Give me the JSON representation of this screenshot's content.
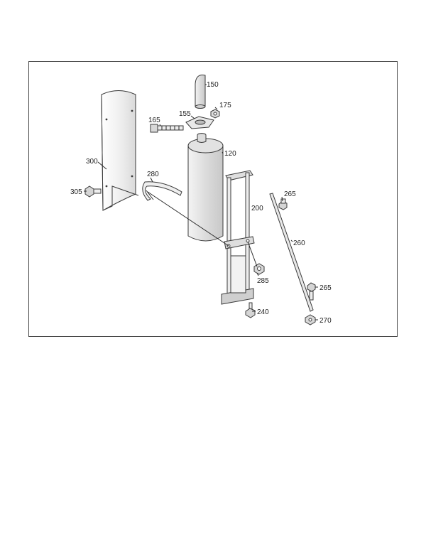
{
  "diagram": {
    "callouts": [
      {
        "id": "c150",
        "text": "150"
      },
      {
        "id": "c155",
        "text": "155"
      },
      {
        "id": "c175",
        "text": "175"
      },
      {
        "id": "c165",
        "text": "165"
      },
      {
        "id": "c120",
        "text": "120"
      },
      {
        "id": "c300",
        "text": "300"
      },
      {
        "id": "c280",
        "text": "280"
      },
      {
        "id": "c305",
        "text": "305"
      },
      {
        "id": "c200",
        "text": "200"
      },
      {
        "id": "c265a",
        "text": "265"
      },
      {
        "id": "c260",
        "text": "260"
      },
      {
        "id": "c285",
        "text": "285"
      },
      {
        "id": "c265b",
        "text": "265"
      },
      {
        "id": "c240",
        "text": "240"
      },
      {
        "id": "c270",
        "text": "270"
      }
    ],
    "colors": {
      "line": "#2a2a2a",
      "shade": "#e6e6e6",
      "shade_dark": "#cfcfcf",
      "background": "#ffffff"
    }
  }
}
